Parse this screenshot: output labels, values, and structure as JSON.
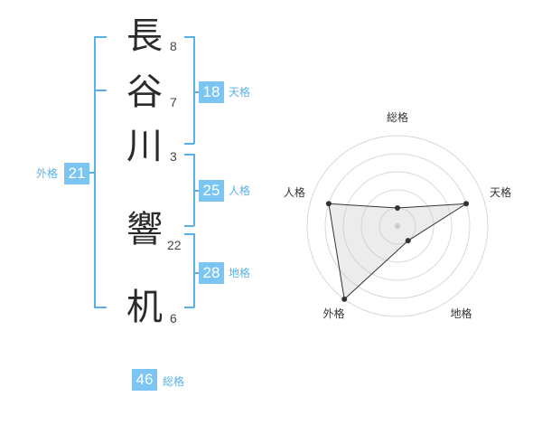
{
  "name_chars": [
    {
      "char": "長",
      "strokes": "8"
    },
    {
      "char": "谷",
      "strokes": "7"
    },
    {
      "char": "川",
      "strokes": "3"
    },
    {
      "char": "響",
      "strokes": "22"
    },
    {
      "char": "机",
      "strokes": "6"
    }
  ],
  "grades": {
    "tenkaku": {
      "value": "18",
      "label": "天格"
    },
    "jinkaku": {
      "value": "25",
      "label": "人格"
    },
    "chikaku": {
      "value": "28",
      "label": "地格"
    },
    "gaikaku": {
      "value": "21",
      "label": "外格"
    },
    "soukaku": {
      "value": "46",
      "label": "総格"
    }
  },
  "colors": {
    "accent": "#7cc5f2",
    "bracket": "#5ab0e6",
    "label": "#5ab0e6"
  },
  "chart_data": {
    "type": "radar",
    "axes": [
      "総格",
      "天格",
      "地格",
      "外格",
      "人格"
    ],
    "series": [
      {
        "values": [
          1,
          4,
          1,
          5,
          4
        ]
      }
    ],
    "rmax": 5,
    "grid_rings": 5
  }
}
